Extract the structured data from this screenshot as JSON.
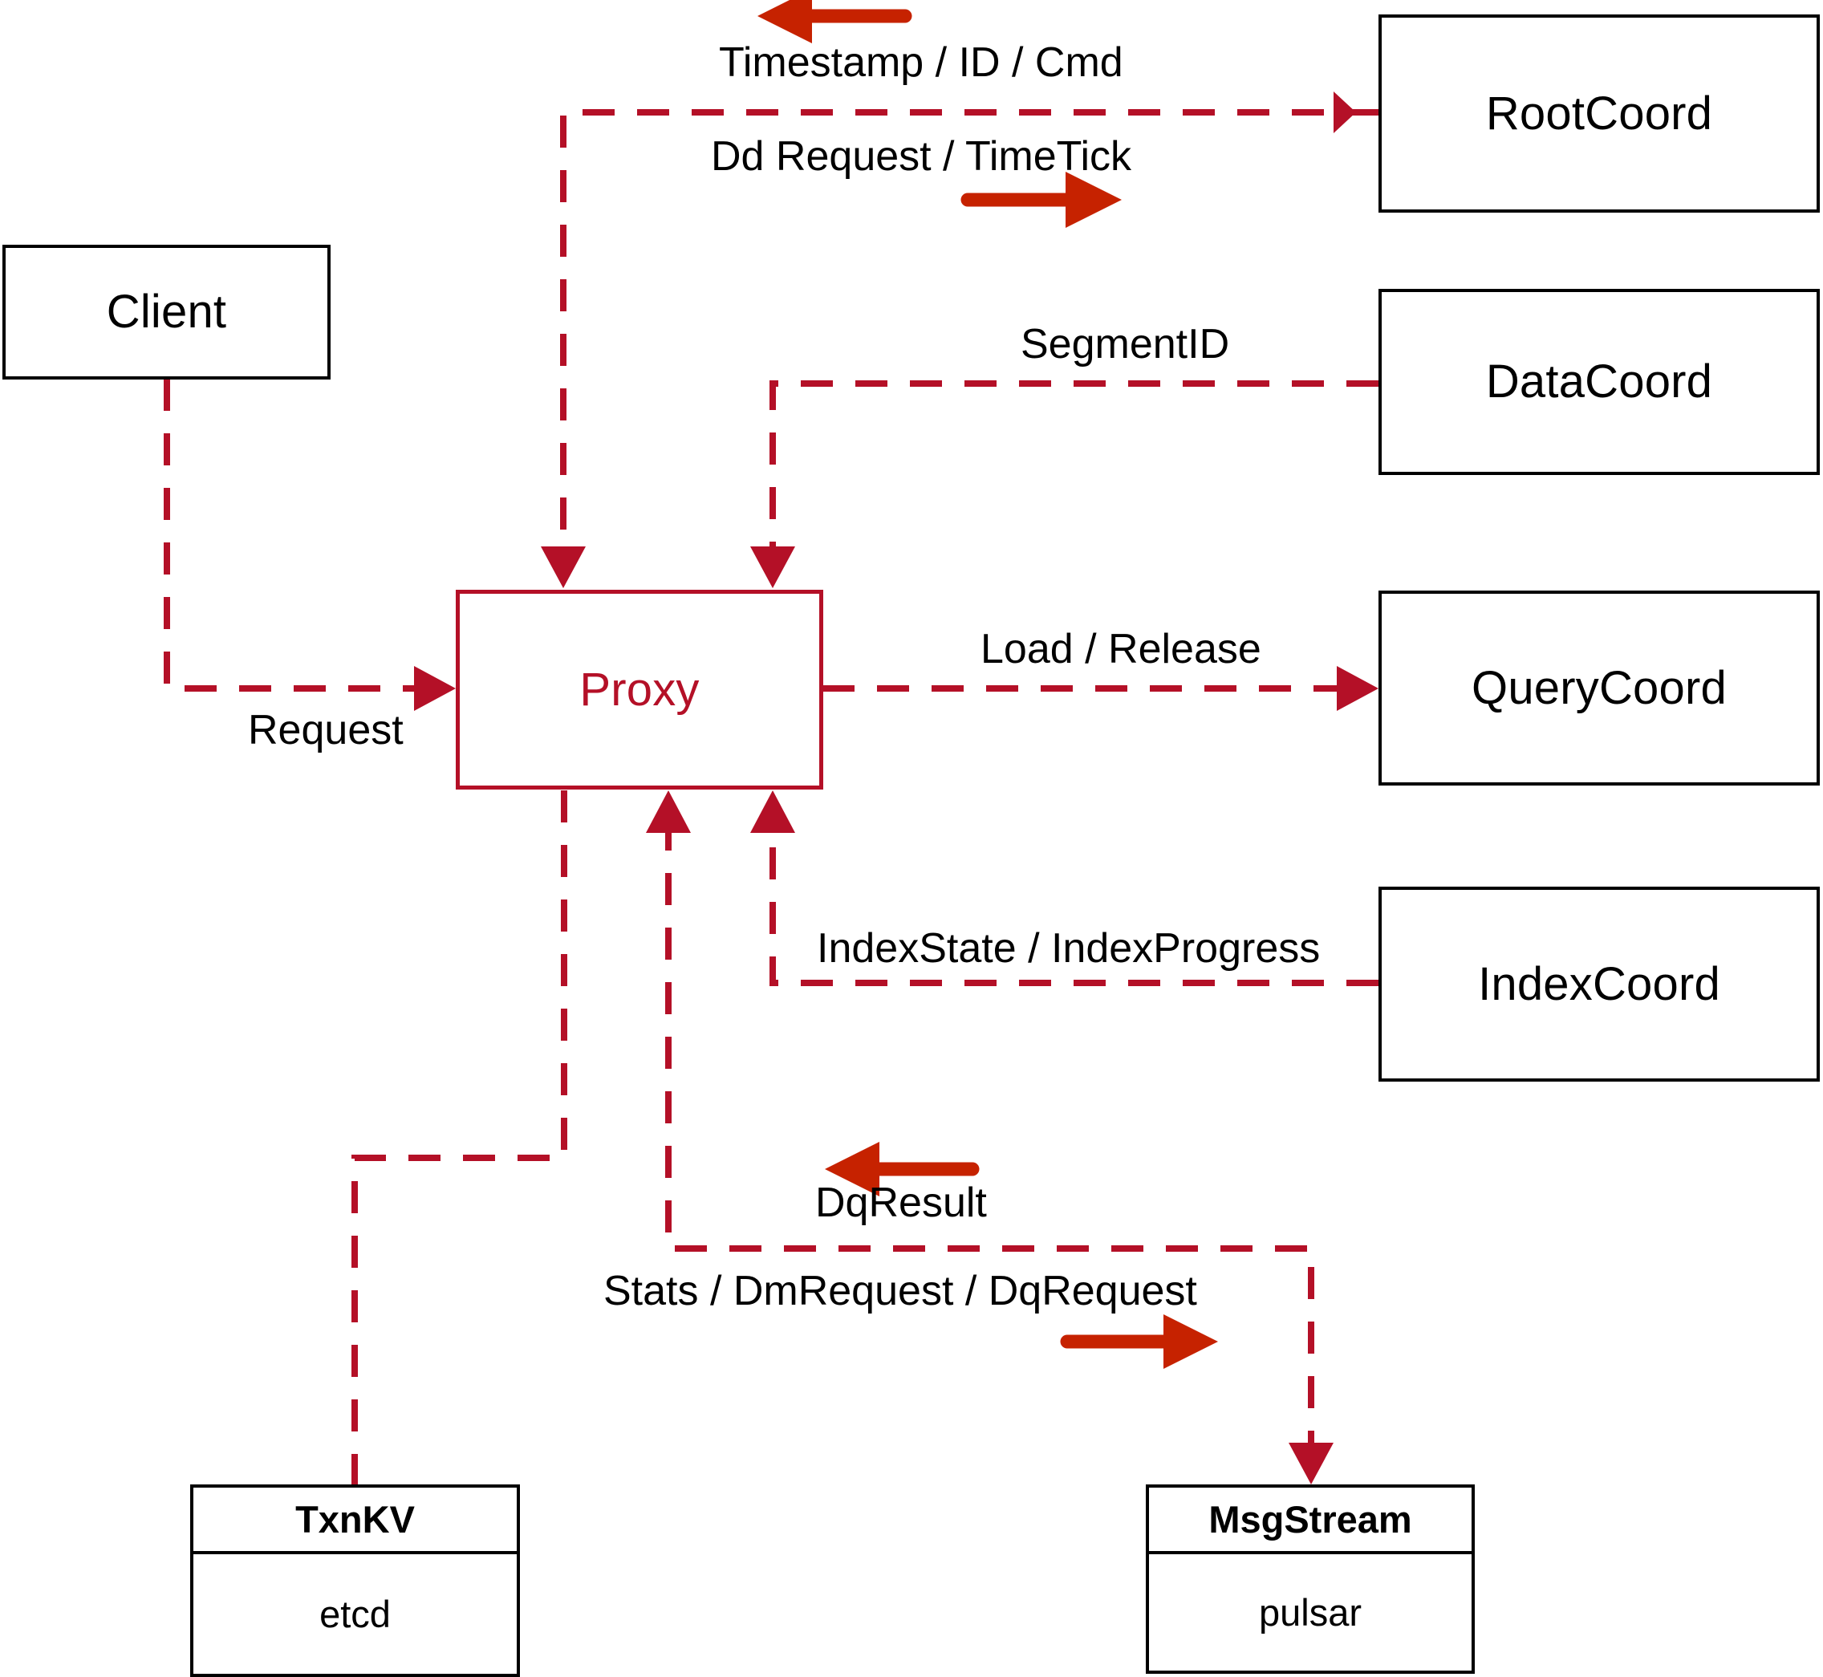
{
  "diagram": {
    "title": "Proxy component interaction diagram",
    "colors": {
      "dashed_edge": "#B41027",
      "solid_arrow": "#C62200",
      "node_border": "#000000",
      "proxy_border": "#B41027",
      "proxy_text": "#B41027",
      "background": "#FFFFFF",
      "label_text": "#000000"
    },
    "nodes": [
      {
        "id": "client",
        "label": "Client",
        "style": "black-box"
      },
      {
        "id": "proxy",
        "label": "Proxy",
        "style": "red-box"
      },
      {
        "id": "rootcoord",
        "label": "RootCoord",
        "style": "black-box"
      },
      {
        "id": "datacoord",
        "label": "DataCoord",
        "style": "black-box"
      },
      {
        "id": "querycoord",
        "label": "QueryCoord",
        "style": "black-box"
      },
      {
        "id": "indexcoord",
        "label": "IndexCoord",
        "style": "black-box"
      }
    ],
    "stacked_nodes": [
      {
        "id": "txnkv",
        "header": "TxnKV",
        "body": "etcd"
      },
      {
        "id": "msgstream",
        "header": "MsgStream",
        "body": "pulsar"
      }
    ],
    "edge_labels": [
      {
        "id": "timestamp-id-cmd",
        "text": "Timestamp / ID / Cmd"
      },
      {
        "id": "dd-request-timetick",
        "text": "Dd Request / TimeTick"
      },
      {
        "id": "segmentid",
        "text": "SegmentID"
      },
      {
        "id": "request",
        "text": "Request"
      },
      {
        "id": "load-release",
        "text": "Load / Release"
      },
      {
        "id": "indexstate-indexprogress",
        "text": "IndexState / IndexProgress"
      },
      {
        "id": "dqresult",
        "text": "DqResult"
      },
      {
        "id": "stats-dmrequest-dqrequest",
        "text": "Stats / DmRequest / DqRequest"
      }
    ],
    "edges": [
      {
        "from": "proxy",
        "to": "rootcoord",
        "label": "Dd Request / TimeTick",
        "direction": "right"
      },
      {
        "from": "rootcoord",
        "to": "proxy",
        "label": "Timestamp / ID / Cmd",
        "direction": "left"
      },
      {
        "from": "datacoord",
        "to": "proxy",
        "label": "SegmentID",
        "direction": "left"
      },
      {
        "from": "client",
        "to": "proxy",
        "label": "Request",
        "direction": "right"
      },
      {
        "from": "proxy",
        "to": "querycoord",
        "label": "Load / Release",
        "direction": "right"
      },
      {
        "from": "indexcoord",
        "to": "proxy",
        "label": "IndexState / IndexProgress",
        "direction": "left"
      },
      {
        "from": "msgstream",
        "to": "proxy",
        "label": "DqResult",
        "direction": "left"
      },
      {
        "from": "proxy",
        "to": "msgstream",
        "label": "Stats / DmRequest / DqRequest",
        "direction": "right"
      },
      {
        "from": "proxy",
        "to": "txnkv",
        "label": "",
        "direction": "none"
      }
    ]
  }
}
